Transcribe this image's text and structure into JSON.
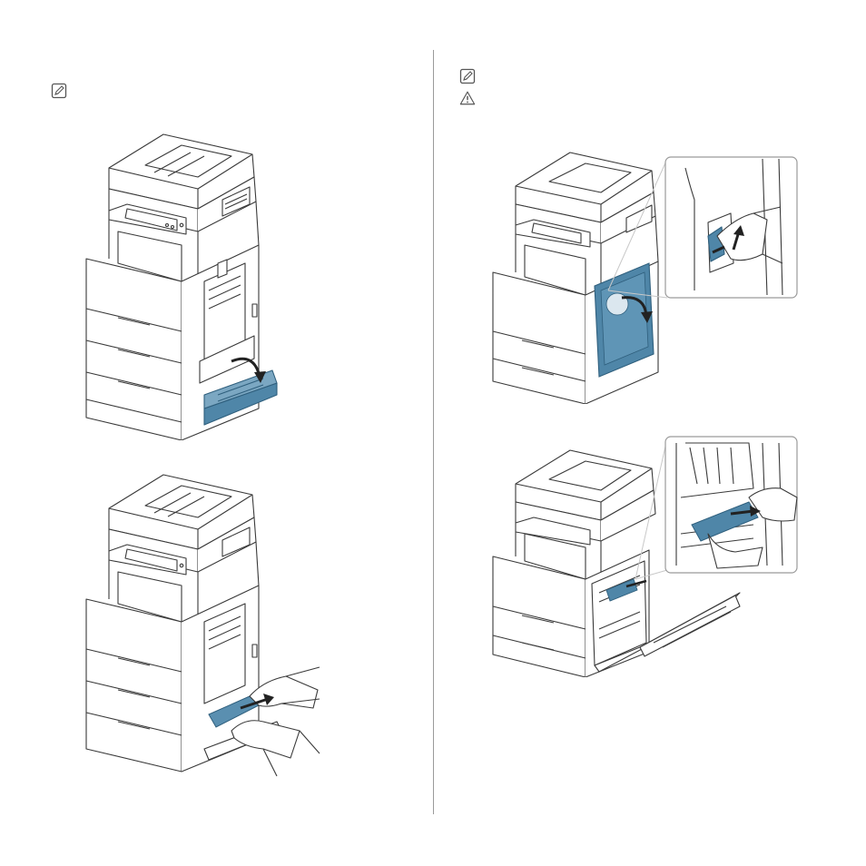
{
  "page": {
    "background": "#ffffff",
    "line_color": "#3a3a3a",
    "accent_color": "#4f86a8",
    "icons": {
      "left_note": "note-icon",
      "right_note": "note-icon",
      "right_caution": "caution-icon"
    },
    "figures": [
      "printer-open-bypass-tray",
      "printer-remove-jammed-paper-bypass",
      "printer-open-side-cover-with-lever-inset",
      "printer-remove-paper-from-fuser-area-inset"
    ]
  }
}
